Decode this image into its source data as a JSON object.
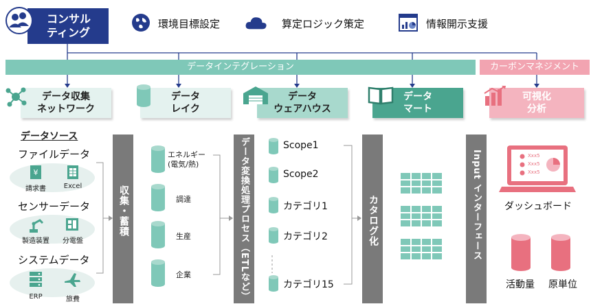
{
  "top": {
    "consulting": [
      "コンサル",
      "ティング"
    ],
    "items": [
      "環境目標設定",
      "算定ロジック策定",
      "情報開示支援"
    ]
  },
  "bands": {
    "integration": "データインテグレーション",
    "carbon": "カーボンマネジメント"
  },
  "stages": {
    "collection": [
      "データ収集",
      "ネットワーク"
    ],
    "lake": [
      "データ",
      "レイク"
    ],
    "warehouse": [
      "データ",
      "ウェアハウス"
    ],
    "mart": [
      "データ",
      "マート"
    ],
    "viz": [
      "可視化",
      "分析"
    ]
  },
  "sources": {
    "title": "データソース",
    "groups": [
      {
        "label": "ファイルデータ",
        "icons": [
          "請求書",
          "Excel"
        ]
      },
      {
        "label": "センサーデータ",
        "icons": [
          "製造装置",
          "分電盤"
        ]
      },
      {
        "label": "システムデータ",
        "icons": [
          "ERP",
          "旅費"
        ]
      }
    ]
  },
  "columns": {
    "collect": "収集・蓄積",
    "etl": "データ変換処理プロセス（ETLなど）",
    "catalog": "カタログ化",
    "input": "Input インターフェース"
  },
  "lake_items": [
    "エネルギー\n(電気/熱)",
    "調達",
    "生産",
    "企業"
  ],
  "warehouse_items": [
    "Scope1",
    "Scope2",
    "カテゴリ1",
    "カテゴリ2",
    "カテゴリ15"
  ],
  "viz": {
    "dashboard": "ダッシュボード",
    "screen_rows": [
      "Xxx5",
      "Xxx5",
      "Xxx5"
    ],
    "db_labels": [
      "活動量",
      "原単位"
    ]
  },
  "colors": {
    "navy": "#243b8c",
    "teal": "#7fc8b8",
    "teal_dark": "#4aa58f",
    "pink": "#f2a4b1",
    "gray": "#7a7a7a"
  }
}
